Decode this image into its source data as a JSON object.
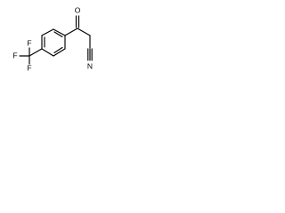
{
  "structure": {
    "atom_labels": {
      "oxygen": "O",
      "nitrile_n": "N",
      "cf3_f_top": "F",
      "cf3_f_left": "F",
      "cf3_f_bottom": "F"
    },
    "color": "#000000"
  }
}
